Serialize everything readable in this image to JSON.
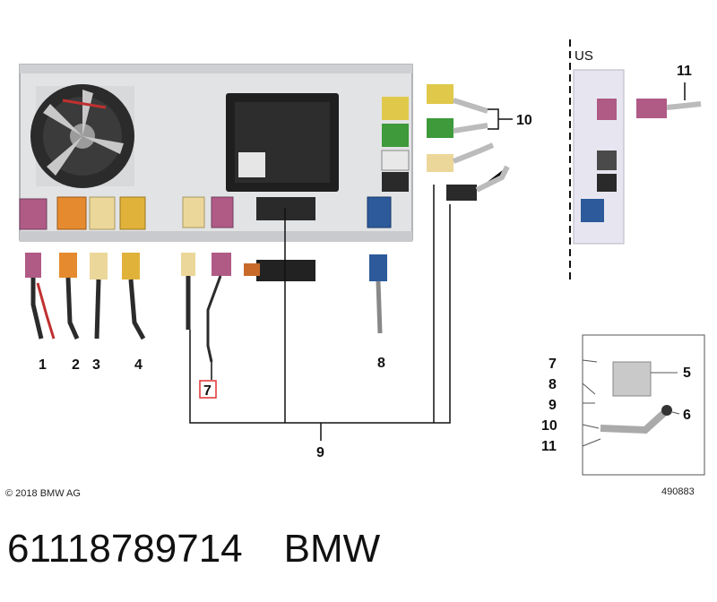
{
  "diagram": {
    "callouts": {
      "c1": "1",
      "c2": "2",
      "c3": "3",
      "c4": "4",
      "c7_highlight": "7",
      "c8": "8",
      "c9": "9",
      "c10": "10",
      "c11": "11"
    },
    "region_label": "US",
    "copyright": "© 2018 BMW AG",
    "diagram_number": "490883",
    "legend": {
      "rows": [
        "7",
        "8",
        "9",
        "10",
        "11"
      ],
      "part_a": "5",
      "part_b": "6"
    },
    "highlight_color": "#e03030",
    "connector_colors": {
      "violet": "#b05a86",
      "orange": "#e58a2e",
      "cream": "#ecd79a",
      "yellow": "#e0b23a",
      "green": "#3e9a3a",
      "blue": "#2c5a9a",
      "black": "#2a2a2a",
      "white": "#e8e8e8"
    }
  },
  "footer": {
    "part_number": "61118789714",
    "brand": "BMW"
  }
}
